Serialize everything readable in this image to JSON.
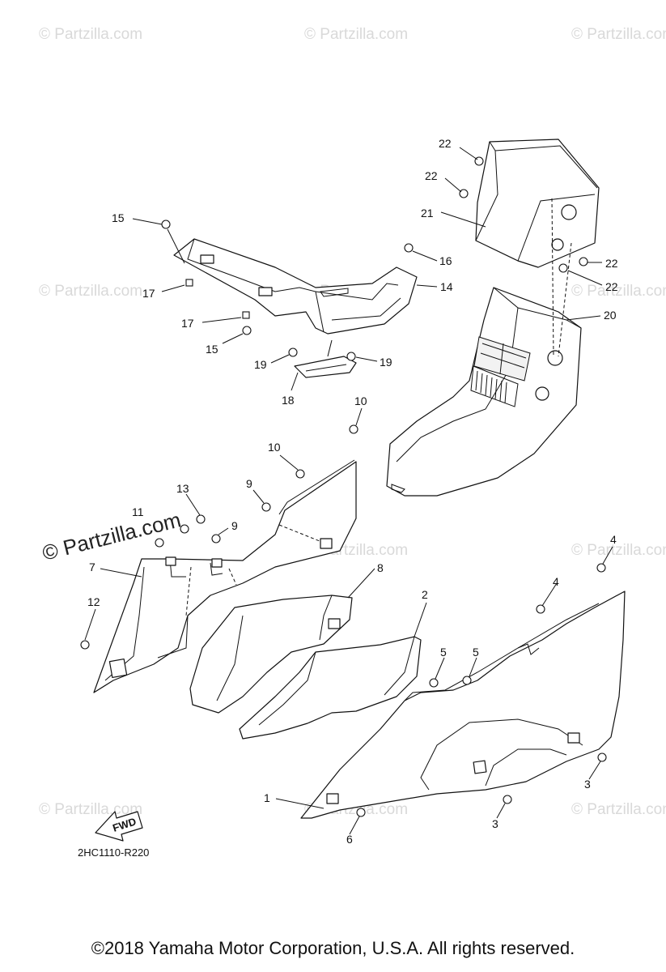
{
  "watermark": "© Partzilla.com",
  "diagram_code": "2HC1110-R220",
  "fwd_label": "FWD",
  "copyright": "©2018 Yamaha Motor Corporation, U.S.A. All rights reserved.",
  "callouts": {
    "c1": "1",
    "c2": "2",
    "c3a": "3",
    "c3b": "3",
    "c4a": "4",
    "c4b": "4",
    "c5a": "5",
    "c5b": "5",
    "c6": "6",
    "c7": "7",
    "c8": "8",
    "c9a": "9",
    "c9b": "9",
    "c10a": "10",
    "c10b": "10",
    "c11": "11",
    "c12": "12",
    "c13": "13",
    "c14": "14",
    "c15a": "15",
    "c15b": "15",
    "c16": "16",
    "c17a": "17",
    "c17b": "17",
    "c18": "18",
    "c19a": "19",
    "c19b": "19",
    "c20": "20",
    "c21": "21",
    "c22a": "22",
    "c22b": "22",
    "c22c": "22",
    "c22d": "22"
  }
}
